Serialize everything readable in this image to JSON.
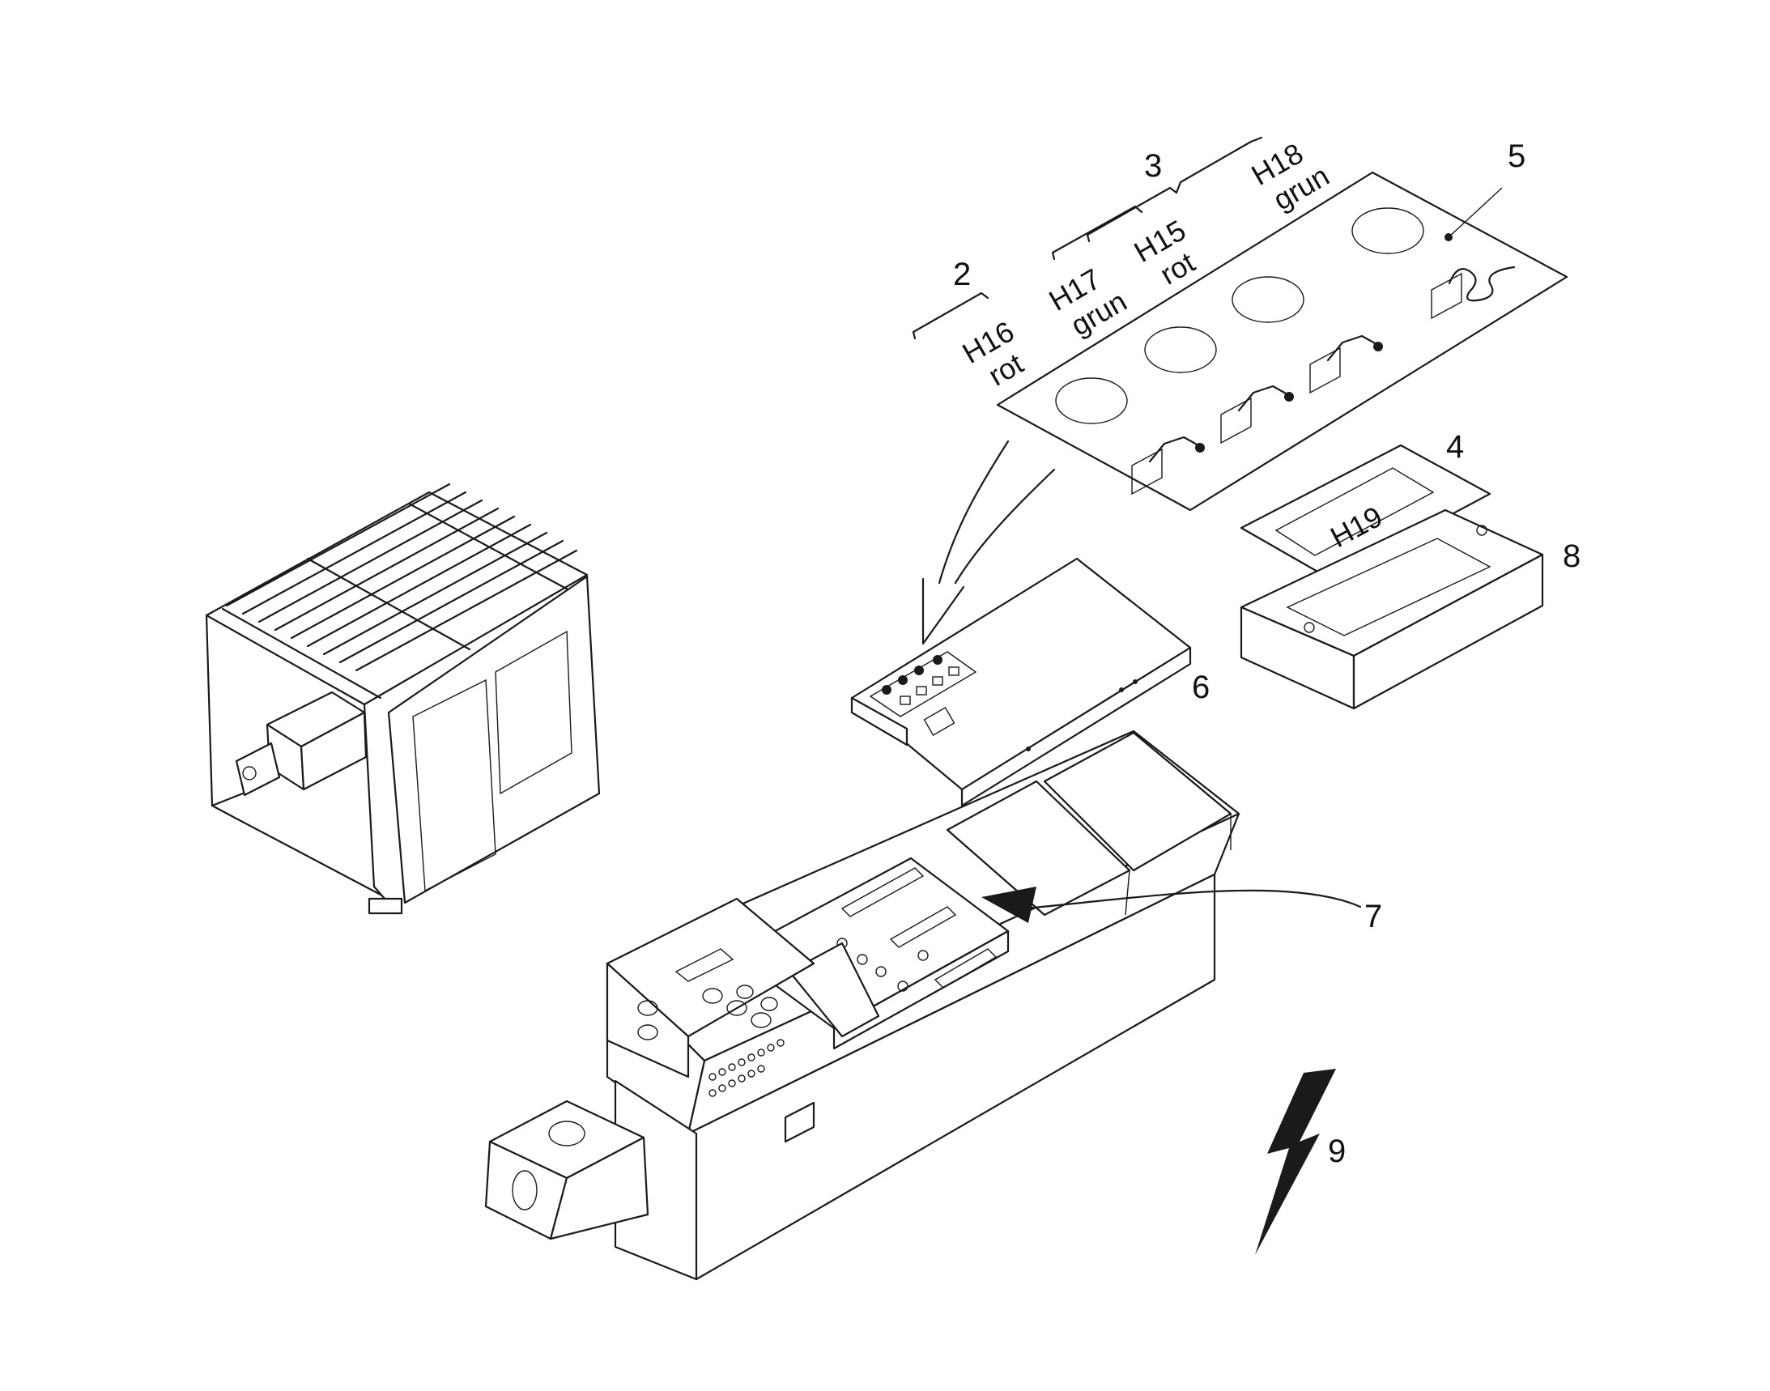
{
  "callouts": {
    "c2": "2",
    "c3": "3",
    "c4": "4",
    "c5": "5",
    "c6": "6",
    "c7": "7",
    "c8": "8",
    "c9": "9"
  },
  "lamps": [
    {
      "code": "H16",
      "color": "rot"
    },
    {
      "code": "H17",
      "color": "grun"
    },
    {
      "code": "H15",
      "color": "rot"
    },
    {
      "code": "H18",
      "color": "grun"
    }
  ],
  "indicator": {
    "code": "H19"
  }
}
